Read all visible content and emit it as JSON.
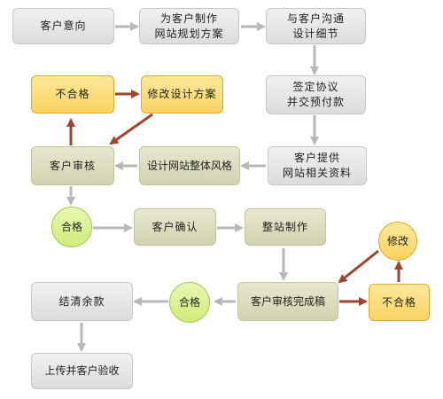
{
  "nodes": {
    "intent": "客户意向",
    "plan": "为客户制作\n网站规划方案",
    "communicate": "与客户沟通\n设计细节",
    "sign": "签定协议\n并交预付款",
    "fail_top": "不合格",
    "modify_design": "修改设计方案",
    "provide": "客户提供\n网站相关资料",
    "review": "客户审核",
    "overall_style": "设计网站整体风格",
    "pass_mid": "合格",
    "confirm": "客户确认",
    "build": "整站制作",
    "modify_small": "修改",
    "settle": "结清余款",
    "pass_bottom": "合格",
    "final_review": "客户审核完成稿",
    "fail_bottom": "不合格",
    "upload": "上传并客户验收"
  },
  "colors": {
    "gray_arrow": "#b8b8b8",
    "red_arrow": "#a0442b"
  }
}
